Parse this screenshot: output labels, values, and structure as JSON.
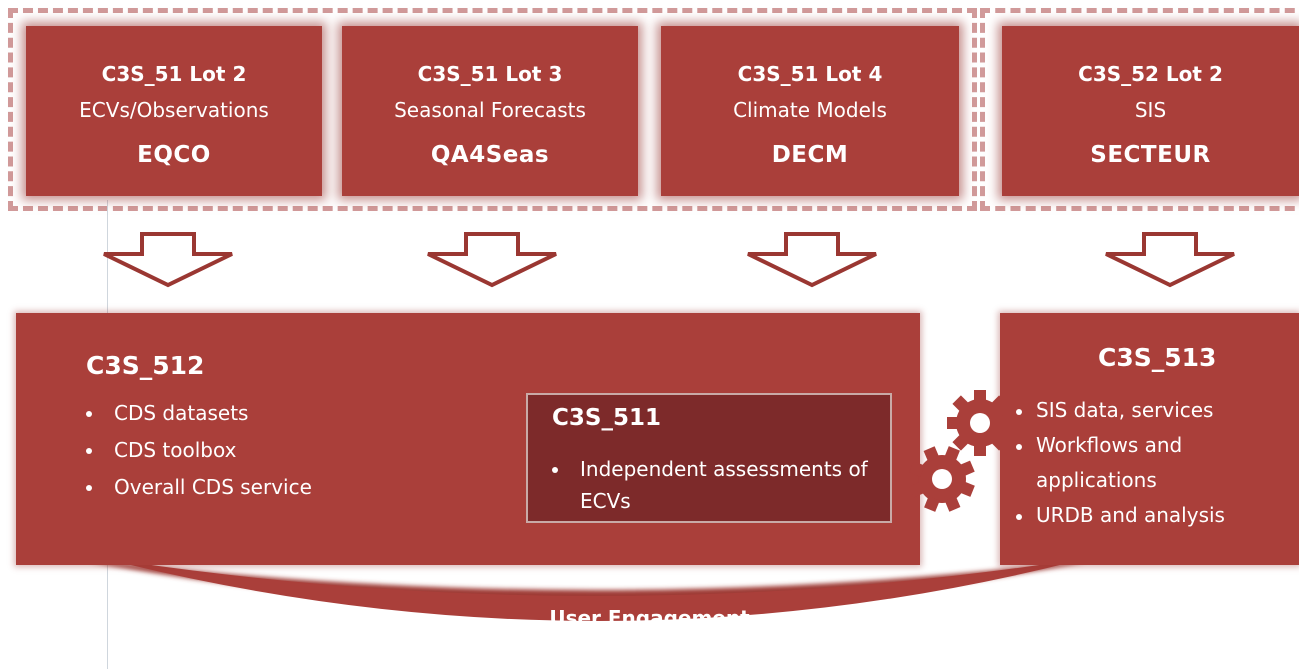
{
  "lots": [
    {
      "code": "C3S_51 Lot 2",
      "topic": "ECVs/Observations",
      "project": "EQCO"
    },
    {
      "code": "C3S_51 Lot 3",
      "topic": "Seasonal Forecasts",
      "project": "QA4Seas"
    },
    {
      "code": "C3S_51 Lot 4",
      "topic": "Climate Models",
      "project": "DECM"
    },
    {
      "code": "C3S_52 Lot 2",
      "topic": "SIS",
      "project": "SECTEUR"
    }
  ],
  "c3s_512": {
    "title": "C3S_512",
    "bullets": [
      "CDS datasets",
      "CDS toolbox",
      "Overall CDS service"
    ]
  },
  "c3s_511": {
    "title": "C3S_511",
    "bullets": [
      "Independent assessments of ECVs"
    ]
  },
  "c3s_513": {
    "title": "C3S_513",
    "bullets": [
      "SIS data, services",
      "Workflows and applications",
      "URDB and analysis"
    ]
  },
  "user_engagement": "User Engagement",
  "colors": {
    "box": "#aa3f3a",
    "inner": "#7d2a2a",
    "dash": "#d19a9a",
    "arrow": "#9a3732"
  },
  "icons": [
    "down-arrow-icon",
    "gear-icon"
  ]
}
